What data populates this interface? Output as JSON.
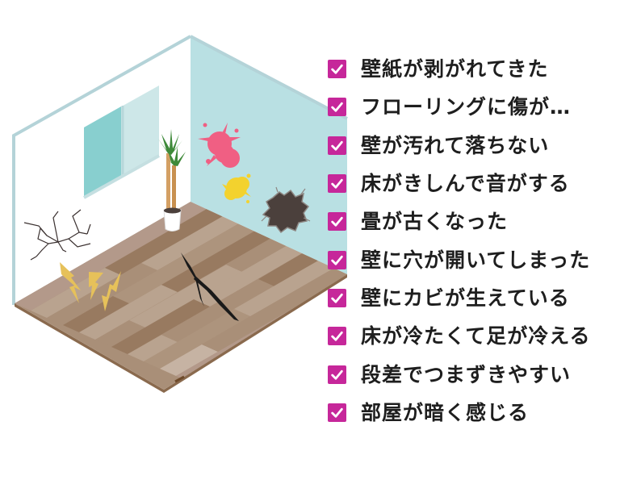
{
  "colors": {
    "checkbox": "#c6279a",
    "checkmark": "#ffffff",
    "text": "#1e1e1e",
    "wall_left": "#ffffff",
    "wall_right": "#b9e0e3",
    "wall_edge": "#b4d3d8",
    "window_glass_dark": "#88cfcf",
    "window_glass_light": "#cde7e8",
    "floor_light": "#b9a38f",
    "floor_mid": "#a98f78",
    "floor_dark": "#987a60",
    "paint_pink": "#f05f83",
    "paint_yellow": "#f3d22e",
    "hole": "#4b403c",
    "squeak": "#e6c15a",
    "plant_trunk": "#d4a064",
    "plant_leaves": "#3f8a3a"
  },
  "illustration": {
    "description": "Isometric room with damaged walls and floor",
    "icons": [
      "window-icon",
      "potted-plant-icon",
      "pink-paint-stain-icon",
      "yellow-paint-stain-icon",
      "wall-hole-icon",
      "wall-crack-icon",
      "floor-crack-icon",
      "floor-squeak-icon"
    ]
  },
  "checklist": {
    "icon": "checkbox-checked-icon",
    "items": [
      {
        "label": "壁紙が剥がれてきた",
        "checked": true
      },
      {
        "label": "フローリングに傷が…",
        "checked": true
      },
      {
        "label": "壁が汚れて落ちない",
        "checked": true
      },
      {
        "label": "床がきしんで音がする",
        "checked": true
      },
      {
        "label": "畳が古くなった",
        "checked": true
      },
      {
        "label": "壁に穴が開いてしまった",
        "checked": true
      },
      {
        "label": "壁にカビが生えている",
        "checked": true
      },
      {
        "label": "床が冷たくて足が冷える",
        "checked": true
      },
      {
        "label": "段差でつまずきやすい",
        "checked": true
      },
      {
        "label": "部屋が暗く感じる",
        "checked": true
      }
    ]
  }
}
